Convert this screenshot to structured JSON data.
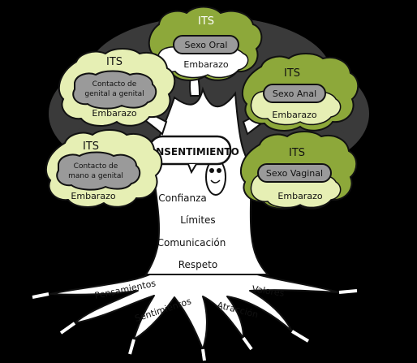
{
  "clouds": [
    {
      "id": "oral",
      "header": "ITS",
      "label": "Sexo Oral",
      "footer": "Embarazo"
    },
    {
      "id": "genital",
      "header": "ITS",
      "label_lines": [
        "Contacto de",
        "genital a genital"
      ],
      "footer": "Embarazo"
    },
    {
      "id": "anal",
      "header": "ITS",
      "label": "Sexo Anal",
      "footer": "Embarazo"
    },
    {
      "id": "mano",
      "header": "ITS",
      "label_lines": [
        "Contacto de",
        "mano a genital"
      ],
      "footer": "Embarazo"
    },
    {
      "id": "vaginal",
      "header": "ITS",
      "label": "Sexo Vaginal",
      "footer": "Embarazo"
    }
  ],
  "trunk_sign": "CONSENTIMIENTO",
  "trunk_words": [
    "Confianza",
    "Límites",
    "Comunicación",
    "Respeto"
  ],
  "root_words": [
    "Pensamientos",
    "Sentimientos",
    "Atracción",
    "Valores"
  ],
  "colors": {
    "background": "#000000",
    "canopy_shadow": "#3a3a3a",
    "cloud_light": "#e6efb4",
    "cloud_dark": "#8da83a",
    "pill": "#9a9a9a",
    "trunk": "#ffffff",
    "outline": "#111111"
  }
}
